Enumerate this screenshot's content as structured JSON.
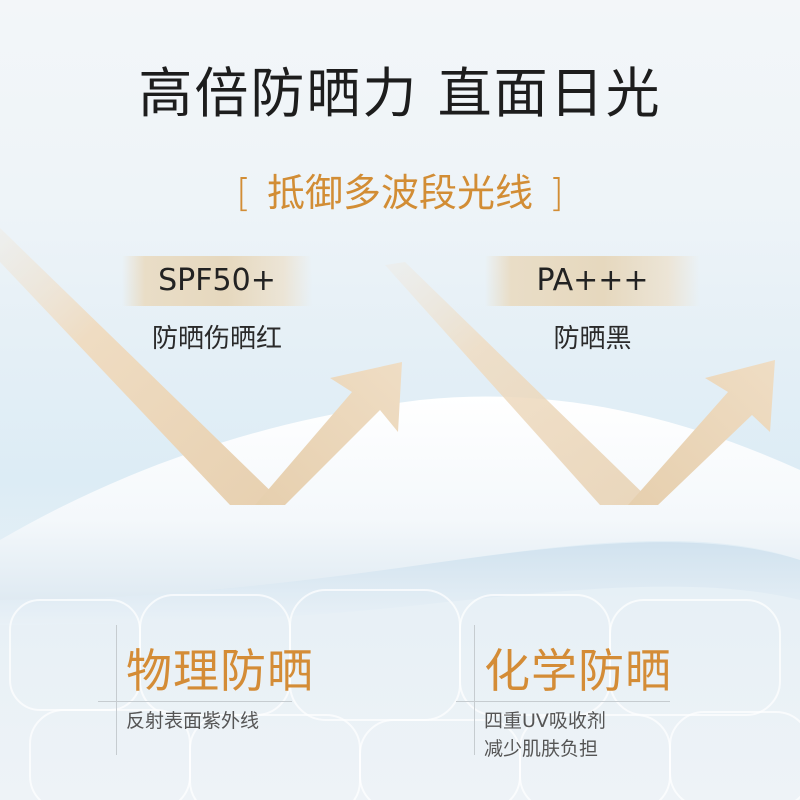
{
  "headline": "高倍防晒力 直面日光",
  "subhead": {
    "bracket_open": "[",
    "text": "抵御多波段光线",
    "bracket_close": "]"
  },
  "ratings": [
    {
      "badge": "SPF50+",
      "caption": "防晒伤晒红"
    },
    {
      "badge": "PA+++",
      "caption": "防晒黑"
    }
  ],
  "features": [
    {
      "title": "物理防晒",
      "lines": [
        "反射表面紫外线"
      ]
    },
    {
      "title": "化学防晒",
      "lines": [
        "四重UV吸收剂",
        "减少肌肤负担"
      ]
    }
  ],
  "colors": {
    "accent_gold": "#d28d35",
    "headline_text": "#1d1d1d",
    "arrow_cream": "#ecd9bd",
    "badge_bg": "#e6d8be"
  }
}
